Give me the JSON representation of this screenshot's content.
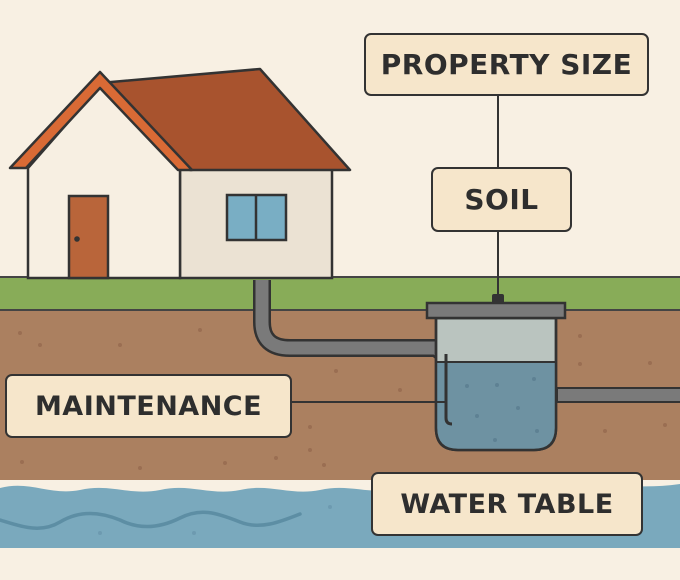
{
  "diagram": {
    "title": "Septic system factors",
    "labels": {
      "property_size": "PROPERTY SIZE",
      "soil": "SOIL",
      "maintenance": "MAINTENANCE",
      "water_table": "WATER TABLE"
    },
    "elements": [
      "house",
      "outlet pipe",
      "septic tank",
      "drain pipe",
      "ground",
      "soil layer",
      "groundwater"
    ],
    "colors": {
      "background": "#f8f0e3",
      "roof": "#a8532e",
      "roof_trim": "#d96a35",
      "wall": "#f7efe2",
      "wall_side": "#ebe2d3",
      "door": "#b9653a",
      "window": "#79aec4",
      "grass": "#88ac58",
      "soil": "#ab8060",
      "tank_water": "#6e92a2",
      "tank_air": "#bac4bf",
      "pipe": "#7a7a7a",
      "groundwater": "#7aa9bd",
      "label_fill": "#f6e6cb",
      "outline": "#333333"
    }
  }
}
